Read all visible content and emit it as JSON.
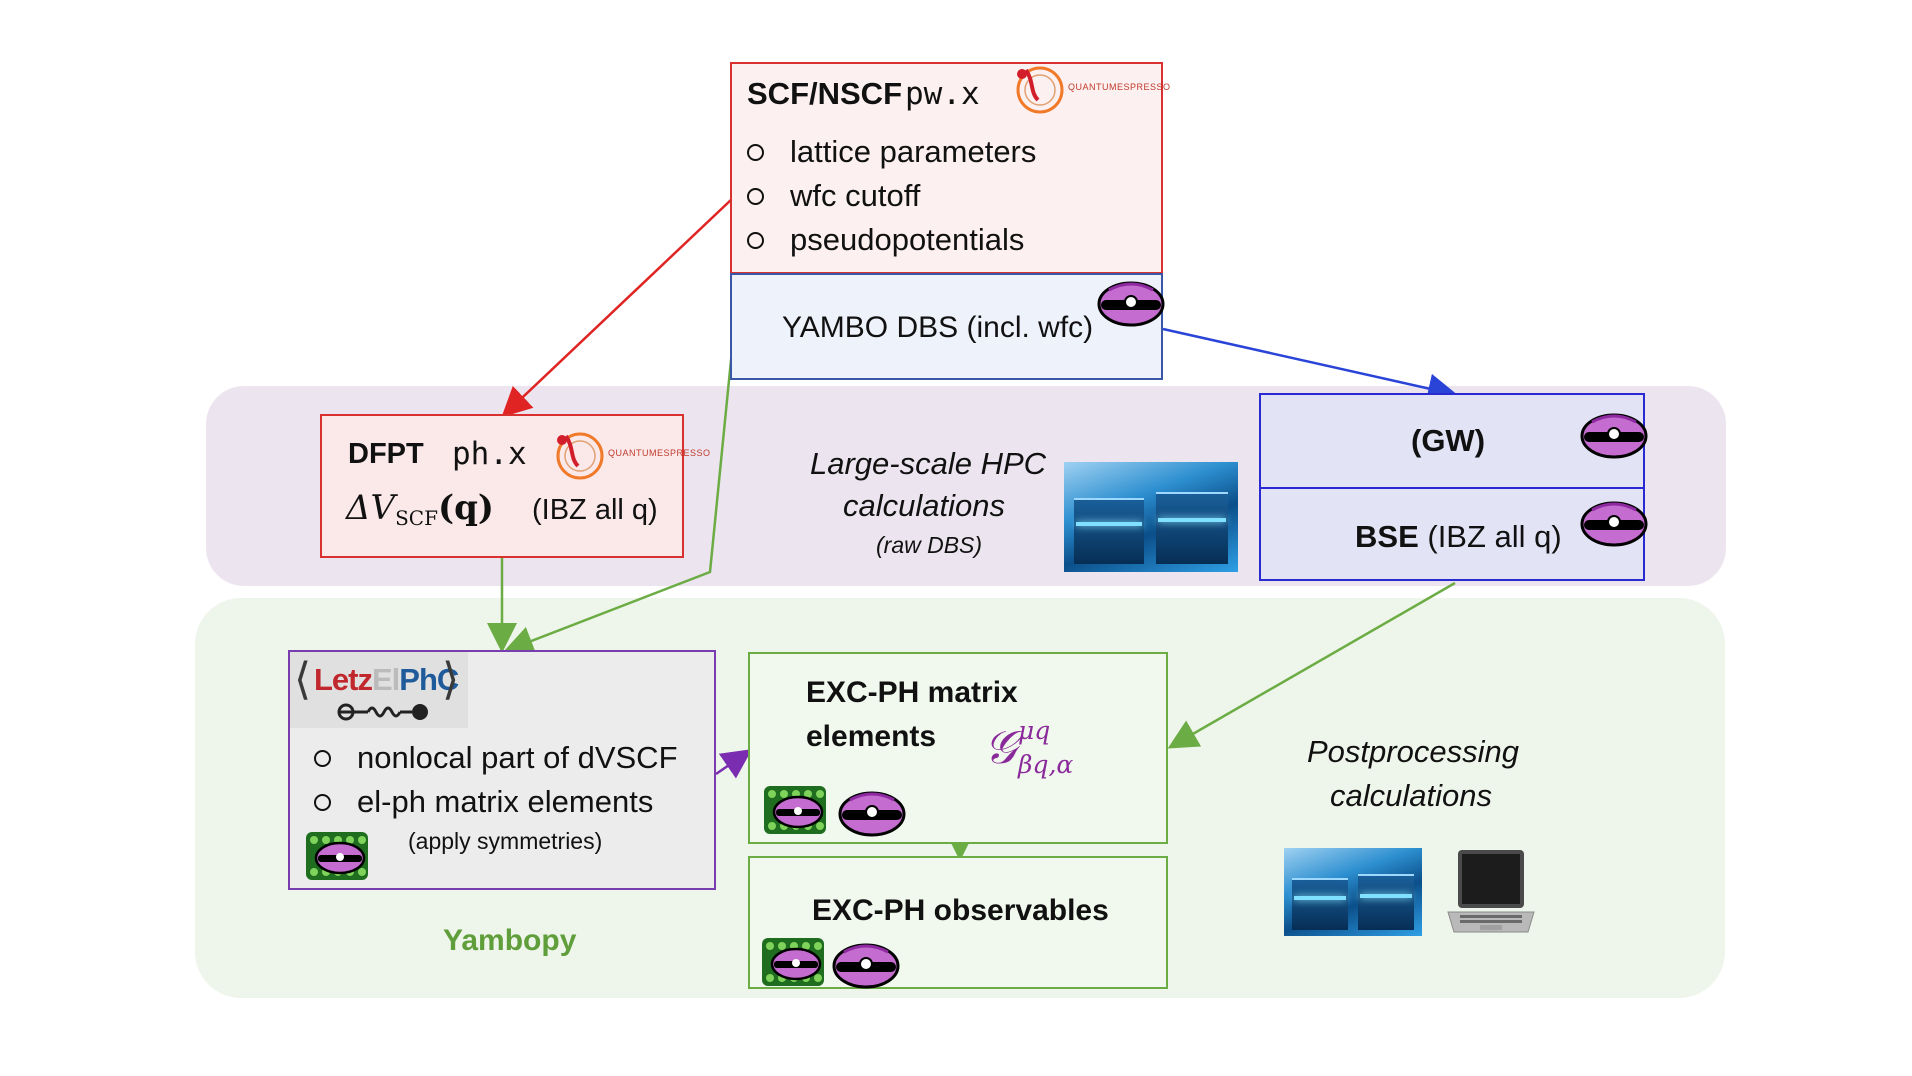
{
  "scf": {
    "title": "SCF/NSCF",
    "code": "pw.x",
    "items": [
      "lattice parameters",
      "wfc cutoff",
      "pseudopotentials"
    ],
    "logo_text": "QUANTUMESPRESSO"
  },
  "yambo_dbs": {
    "label": "YAMBO DBS (incl. wfc)"
  },
  "dfpt": {
    "title": "DFPT",
    "code": "ph.x",
    "formula": "ΔV",
    "formula_sub": "SCF",
    "formula_arg": "(q)",
    "note": "(IBZ all q)",
    "logo_text": "QUANTUMESPRESSO"
  },
  "hpc": {
    "line1": "Large-scale HPC",
    "line2": "calculations",
    "note": "(raw DBS)"
  },
  "gw": {
    "label": "(GW)"
  },
  "bse": {
    "label": "BSE",
    "note": "(IBZ all q)"
  },
  "letzelphc": {
    "logo_left": "Letz",
    "logo_mid": "El",
    "logo_right": "PhC",
    "items": [
      "nonlocal part of dVSCF",
      "el-ph matrix elements"
    ],
    "note": "(apply symmetries)"
  },
  "yambopy_label": "Yambopy",
  "exc_ph_me": {
    "line1": "EXC-PH matrix",
    "line2": "elements",
    "symbol": "𝒢",
    "sup": "μq",
    "sub": "βq,α"
  },
  "exc_ph_obs": {
    "label": "EXC-PH observables"
  },
  "post": {
    "line1": "Postprocessing",
    "line2": "calculations"
  },
  "colors": {
    "red": "#e02424",
    "blue": "#2a44d8",
    "green": "#6cac44",
    "purple": "#7a2db0",
    "yambopy_green": "#5f9e3a",
    "formula_purple": "#8a2a9a"
  }
}
